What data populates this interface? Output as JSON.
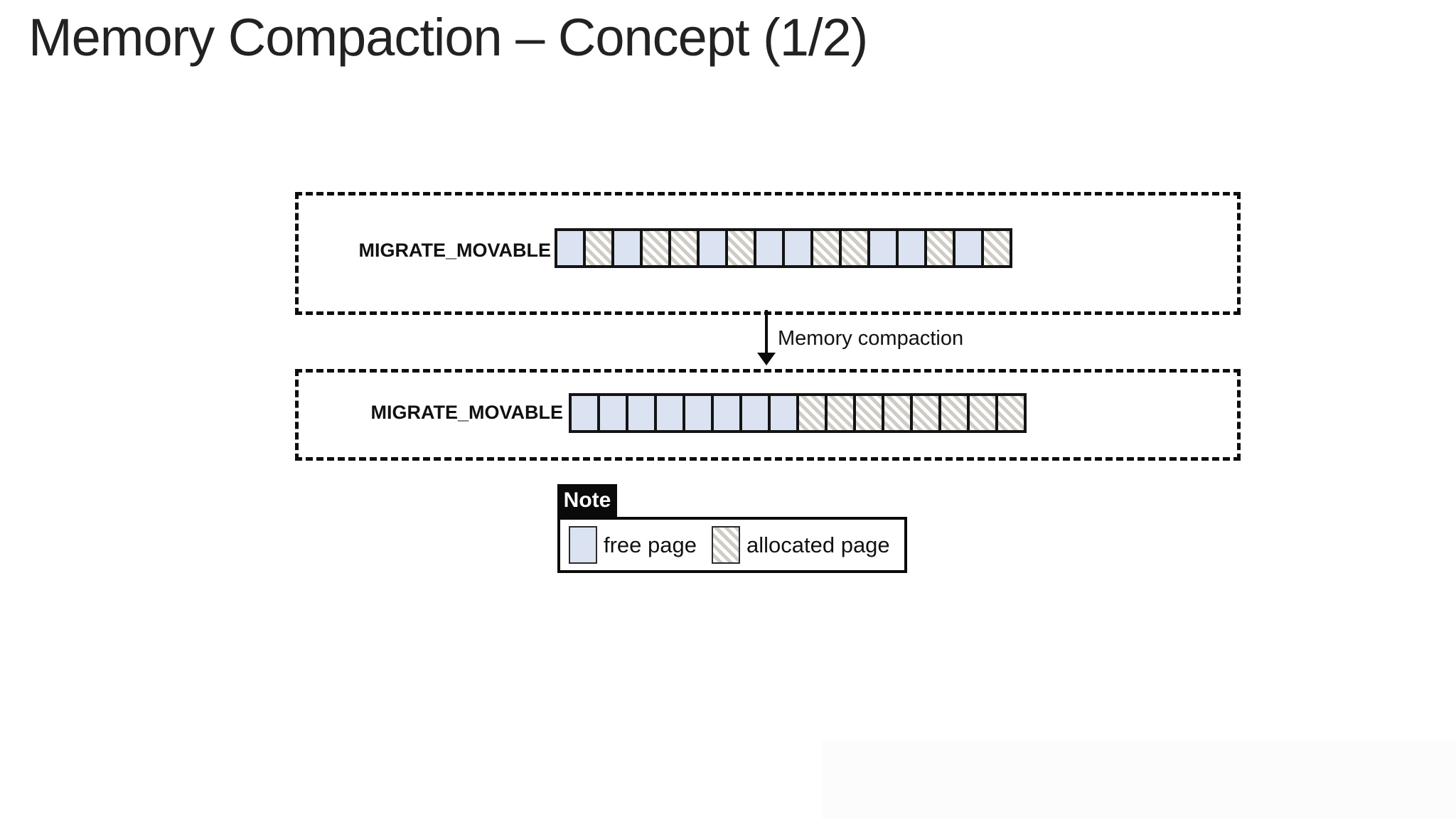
{
  "slide": {
    "title": "Memory Compaction – Concept (1/2)"
  },
  "diagram": {
    "before": {
      "label": "MIGRATE_MOVABLE",
      "pages": [
        "free",
        "allocated",
        "free",
        "allocated",
        "allocated",
        "free",
        "allocated",
        "free",
        "free",
        "allocated",
        "allocated",
        "free",
        "free",
        "allocated",
        "free",
        "allocated"
      ]
    },
    "arrow_label": "Memory compaction",
    "after": {
      "label": "MIGRATE_MOVABLE",
      "pages": [
        "free",
        "free",
        "free",
        "free",
        "free",
        "free",
        "free",
        "free",
        "allocated",
        "allocated",
        "allocated",
        "allocated",
        "allocated",
        "allocated",
        "allocated",
        "allocated"
      ]
    }
  },
  "legend": {
    "title": "Note",
    "items": [
      {
        "swatch": "free",
        "label": "free page"
      },
      {
        "swatch": "allocated",
        "label": "allocated page"
      }
    ]
  },
  "colors": {
    "free_fill": "#dbe3f2",
    "hatch_line": "#cfccc6",
    "cell_border": "#141414"
  }
}
